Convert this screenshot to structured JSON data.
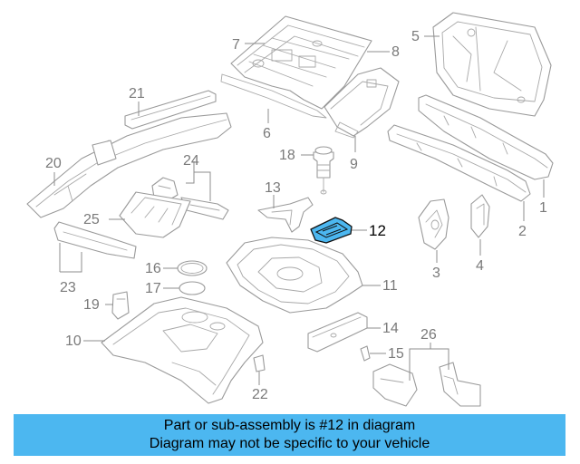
{
  "diagram": {
    "callouts": {
      "c1": "1",
      "c2": "2",
      "c3": "3",
      "c4": "4",
      "c5": "5",
      "c6": "6",
      "c7": "7",
      "c8": "8",
      "c9": "9",
      "c10": "10",
      "c11": "11",
      "c12": "12",
      "c13": "13",
      "c14": "14",
      "c15": "15",
      "c16": "16",
      "c17": "17",
      "c18": "18",
      "c19": "19",
      "c20": "20",
      "c21": "21",
      "c22": "22",
      "c23": "23",
      "c24": "24",
      "c25": "25",
      "c26": "26"
    },
    "highlighted_part": "12",
    "highlight_color": "#4cb7f0",
    "line_color": "#9a9a9a"
  },
  "footer": {
    "line1": "Part or sub-assembly is #12 in diagram",
    "line2": "Diagram may not be specific to your vehicle",
    "background": "#4cb7f0"
  }
}
